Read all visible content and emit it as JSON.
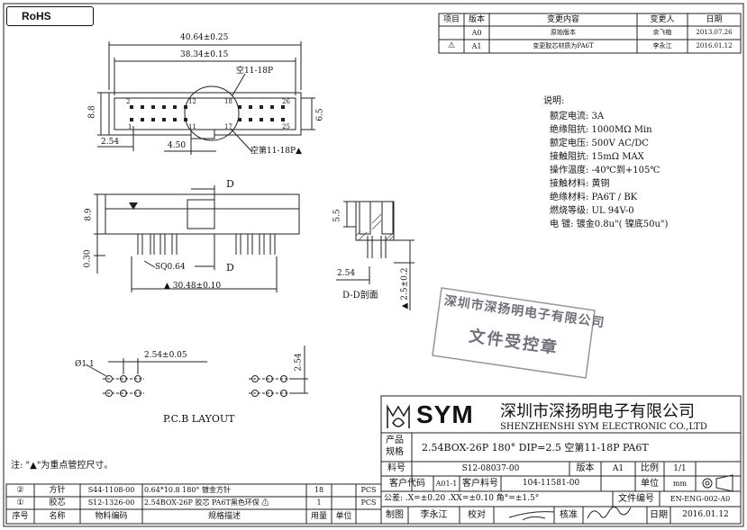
{
  "rohs": "RoHS",
  "revision_table": {
    "headers": [
      "项目",
      "版本",
      "变更内容",
      "变更人",
      "日期"
    ],
    "rows": [
      {
        "item": "",
        "version": "A0",
        "content": "原始版本",
        "person": "余飞植",
        "date": "2013.07.26"
      },
      {
        "item": "⚠",
        "version": "A1",
        "content": "变更胶芯材质为PA6T",
        "person": "李永江",
        "date": "2016.01.12"
      }
    ]
  },
  "dimensions": {
    "total_width": "40.64±0.25",
    "inner_width": "38.34±0.15",
    "blank_top": "空11-18P",
    "blank_bottom": "空第11-18P▲",
    "height_8_8": "8.8",
    "height_6_5": "6.5",
    "pitch_2_54": "2.54",
    "offset_4_50": "4.50",
    "pin_2": "2",
    "pin_12": "12",
    "pin_18": "18",
    "pin_26": "26",
    "pin_1": "1",
    "pin_11": "11",
    "pin_17": "17",
    "pin_25": "25",
    "side_8_9": "8.9",
    "side_0_30": "0.30",
    "sq": "SQ0.64",
    "d_top": "D",
    "d_bottom": "D",
    "row_30_48": "▲ 30.48±0.10",
    "section_5_5": "5.5",
    "section_2_54": "2.54",
    "section_2_5": "▲ 2.5±0.2",
    "section_title": "D-D剖面",
    "pcb_2_54": "2.54±0.05",
    "pcb_hole": "Ø1.1",
    "pcb_2_54_v": "2.54",
    "pcb_title": "P.C.B LAYOUT"
  },
  "notes": {
    "title": "说明:",
    "lines": [
      "额定电流: 3A",
      "绝缘阻抗: 1000MΩ Min",
      "额定电压: 500V AC/DC",
      "接触阻抗: 15mΩ MAX",
      "操作温度: -40℃到+105℃",
      "接触材料: 黄铜",
      "绝缘材料: PA6T / BK",
      "燃烧等级: UL 94V-0",
      "电    镀: 镀金0.8u\"( 镍底50u\")"
    ]
  },
  "stamp": {
    "line1": "深圳市深扬明电子有限公司",
    "line2": "文件受控章"
  },
  "key_note": "注: \"▲\"为重点管控尺寸。",
  "bom": {
    "rows": [
      {
        "no": "②",
        "name": "方针",
        "code": "S44-1108-00",
        "spec": "0.64*10.8 180° 镀金方针",
        "qty": "18",
        "unit": "PCS"
      },
      {
        "no": "①",
        "name": "胶芯",
        "code": "S12-1326-00",
        "spec": "2.54BOX-26P 胶芯 PA6T黑色环保 ⚠",
        "qty": "1",
        "unit": "PCS"
      }
    ],
    "headers": {
      "no": "序号",
      "name": "名称",
      "code": "物料编码",
      "spec": "规格描述",
      "qty": "用量",
      "unit": "单位"
    }
  },
  "title_block": {
    "logo": "SYM",
    "company_cn": "深圳市深扬明电子有限公司",
    "company_en": "SHENZHENSHI SYM ELECTRONIC CO.,LTD",
    "product_label": "产品\n规格",
    "product_label_1": "产品",
    "product_label_2": "规格",
    "product_spec": "2.54BOX-26P  180° DIP=2.5 空第11-18P PA6T",
    "part_label": "料号",
    "part_no": "S12-08037-00",
    "version_label": "版本",
    "version": "A1",
    "scale_label": "比例",
    "scale": "1/1",
    "customer_code_label": "客户代码",
    "customer_code": "A01-1",
    "customer_part_label": "客户料号",
    "customer_part": "104-11581-00",
    "unit_label": "单位",
    "unit": "mm",
    "tolerance": "公差: .X=±0.20  .XX=±0.10  角°=±1.5°",
    "file_label": "文件编号",
    "file_no": "EN-ENG-002-A0",
    "drawn_label": "制图",
    "drawn": "李永江",
    "checked_label": "校对",
    "approved_label": "核准",
    "date_label": "日期",
    "date": "2016.01.12"
  }
}
